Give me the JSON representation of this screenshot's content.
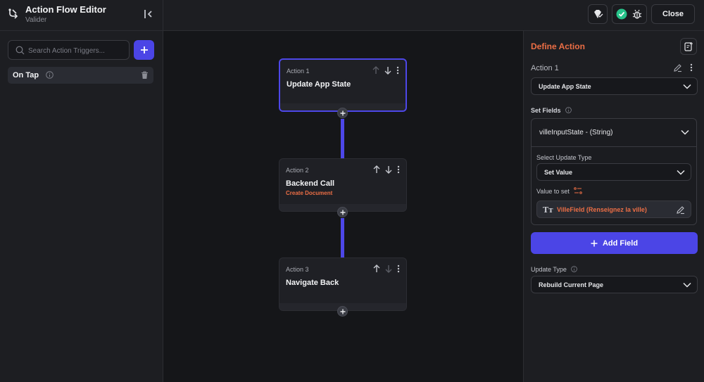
{
  "header": {
    "title": "Action Flow Editor",
    "subtitle": "Valider",
    "close_label": "Close"
  },
  "left_panel": {
    "search_placeholder": "Search Action Triggers...",
    "triggers": [
      {
        "label": "On Tap"
      }
    ]
  },
  "actions": [
    {
      "number_label": "Action 1",
      "title": "Update App State",
      "subtitle": "",
      "selected": true
    },
    {
      "number_label": "Action 2",
      "title": "Backend Call",
      "subtitle": "Create Document",
      "selected": false
    },
    {
      "number_label": "Action 3",
      "title": "Navigate Back",
      "subtitle": "",
      "selected": false
    }
  ],
  "define_action": {
    "title": "Define Action",
    "action_label": "Action 1",
    "action_type": "Update App State",
    "set_fields_label": "Set Fields",
    "field": {
      "name": "villeInputState - (String)",
      "select_update_type_label": "Select Update Type",
      "update_type": "Set Value",
      "value_to_set_label": "Value to set",
      "value_type_icon": "Tт",
      "value": "VilleField (Renseignez la ville)"
    },
    "add_field_label": "Add Field",
    "update_type_label": "Update Type",
    "update_type_value": "Rebuild Current Page"
  },
  "colors": {
    "accent": "#4b45e6",
    "highlight": "#ec6e45",
    "success": "#27c38a"
  }
}
